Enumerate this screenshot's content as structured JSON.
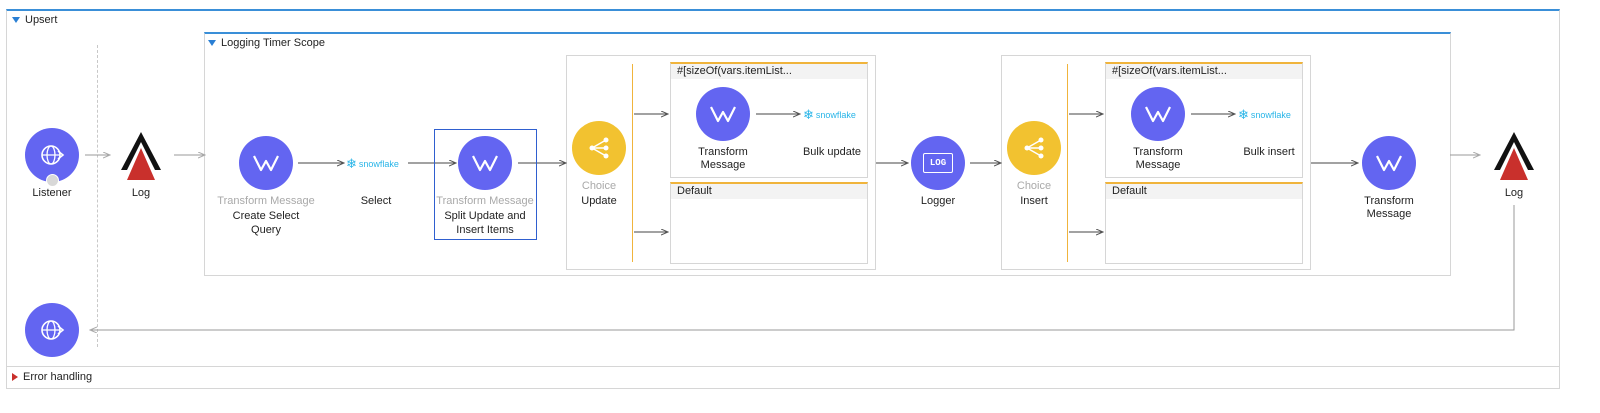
{
  "flow": {
    "title": "Upsert"
  },
  "scope": {
    "title": "Logging Timer Scope"
  },
  "error_handling": {
    "title": "Error handling"
  },
  "colors": {
    "accent": "#3a8fd8",
    "component": "#6365f1",
    "choice": "#f2c230",
    "route": "#f0b43c",
    "log_red": "#c9302c"
  },
  "nodes": {
    "listener": {
      "label": "Listener",
      "icon": "globe-icon"
    },
    "log1": {
      "label": "Log",
      "icon": "log-arrow-icon"
    },
    "transform1": {
      "title": "Transform Message",
      "label": "Create Select Query",
      "label_line1": "Create Select",
      "label_line2": "Query",
      "icon": "dataweave-icon"
    },
    "select": {
      "label": "Select",
      "brand": "snowflake",
      "icon": "snowflake-icon"
    },
    "transform2": {
      "title": "Transform Message",
      "label_line1": "Split Update and",
      "label_line2": "Insert Items",
      "icon": "dataweave-icon"
    },
    "choice_update": {
      "title": "Choice",
      "label": "Update",
      "icon": "choice-icon"
    },
    "route_update_when": {
      "condition": "#[sizeOf(vars.itemList..."
    },
    "transform_update": {
      "label_line1": "Transform",
      "label_line2": "Message",
      "icon": "dataweave-icon"
    },
    "bulk_update": {
      "label": "Bulk update",
      "brand": "snowflake",
      "icon": "snowflake-icon"
    },
    "route_update_default": {
      "label": "Default"
    },
    "logger": {
      "label": "Logger",
      "icon": "log-icon",
      "badge": "LOG"
    },
    "choice_insert": {
      "title": "Choice",
      "label": "Insert",
      "icon": "choice-icon"
    },
    "route_insert_when": {
      "condition": "#[sizeOf(vars.itemList..."
    },
    "transform_insert": {
      "label_line1": "Transform",
      "label_line2": "Message",
      "icon": "dataweave-icon"
    },
    "bulk_insert": {
      "label": "Bulk insert",
      "brand": "snowflake",
      "icon": "snowflake-icon"
    },
    "route_insert_default": {
      "label": "Default"
    },
    "transform_final": {
      "label_line1": "Transform",
      "label_line2": "Message",
      "icon": "dataweave-icon"
    },
    "log2": {
      "label": "Log",
      "icon": "log-arrow-icon"
    },
    "response": {
      "icon": "globe-icon"
    }
  }
}
